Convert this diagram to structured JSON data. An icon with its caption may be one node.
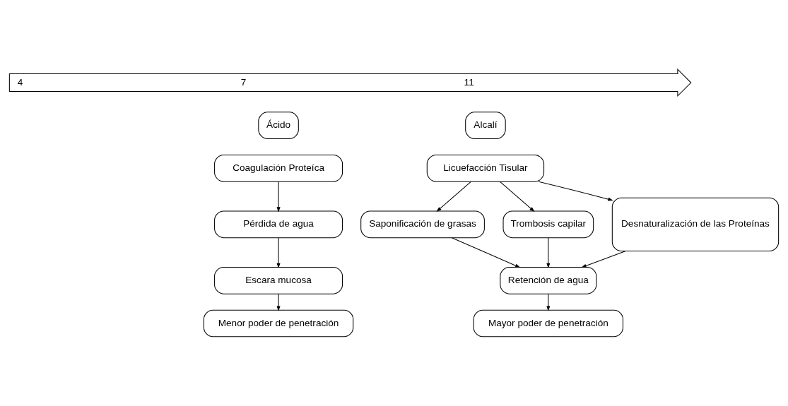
{
  "diagram": {
    "nodes": [
      {
        "text": [
          "4",
          "7",
          "11"
        ]
      },
      {
        "text": [
          "Ácido"
        ]
      },
      {
        "text": [
          "Coagulación Proteíca"
        ]
      },
      {
        "text": [
          "Pérdida de agua"
        ]
      },
      {
        "text": [
          "Escara mucosa"
        ]
      },
      {
        "text": [
          "Menor poder de penetración"
        ]
      },
      {
        "text": [
          "Alcalí"
        ]
      },
      {
        "text": [
          "Licuefacción Tisular"
        ]
      },
      {
        "text": [
          "Saponificación de grasas"
        ]
      },
      {
        "text": [
          "Trombosis capilar"
        ]
      },
      {
        "text": [
          "Desnaturalización de las Proteínas"
        ]
      },
      {
        "text": [
          "Retención de agua"
        ]
      },
      {
        "text": [
          "Mayor poder de penetración"
        ]
      }
    ],
    "edges": [
      {
        "from": 2,
        "to": 3,
        "arrow": "to"
      },
      {
        "from": 3,
        "to": 4,
        "arrow": "to"
      },
      {
        "from": 4,
        "to": 5,
        "arrow": "to"
      },
      {
        "from": 7,
        "to": 8,
        "arrow": "to"
      },
      {
        "from": 7,
        "to": 9,
        "arrow": "to"
      },
      {
        "from": 7,
        "to": 10,
        "arrow": "to"
      },
      {
        "from": 8,
        "to": 11,
        "arrow": "to"
      },
      {
        "from": 9,
        "to": 11,
        "arrow": "to"
      },
      {
        "from": 10,
        "to": 11,
        "arrow": "to"
      },
      {
        "from": 11,
        "to": 12,
        "arrow": "to"
      }
    ]
  }
}
